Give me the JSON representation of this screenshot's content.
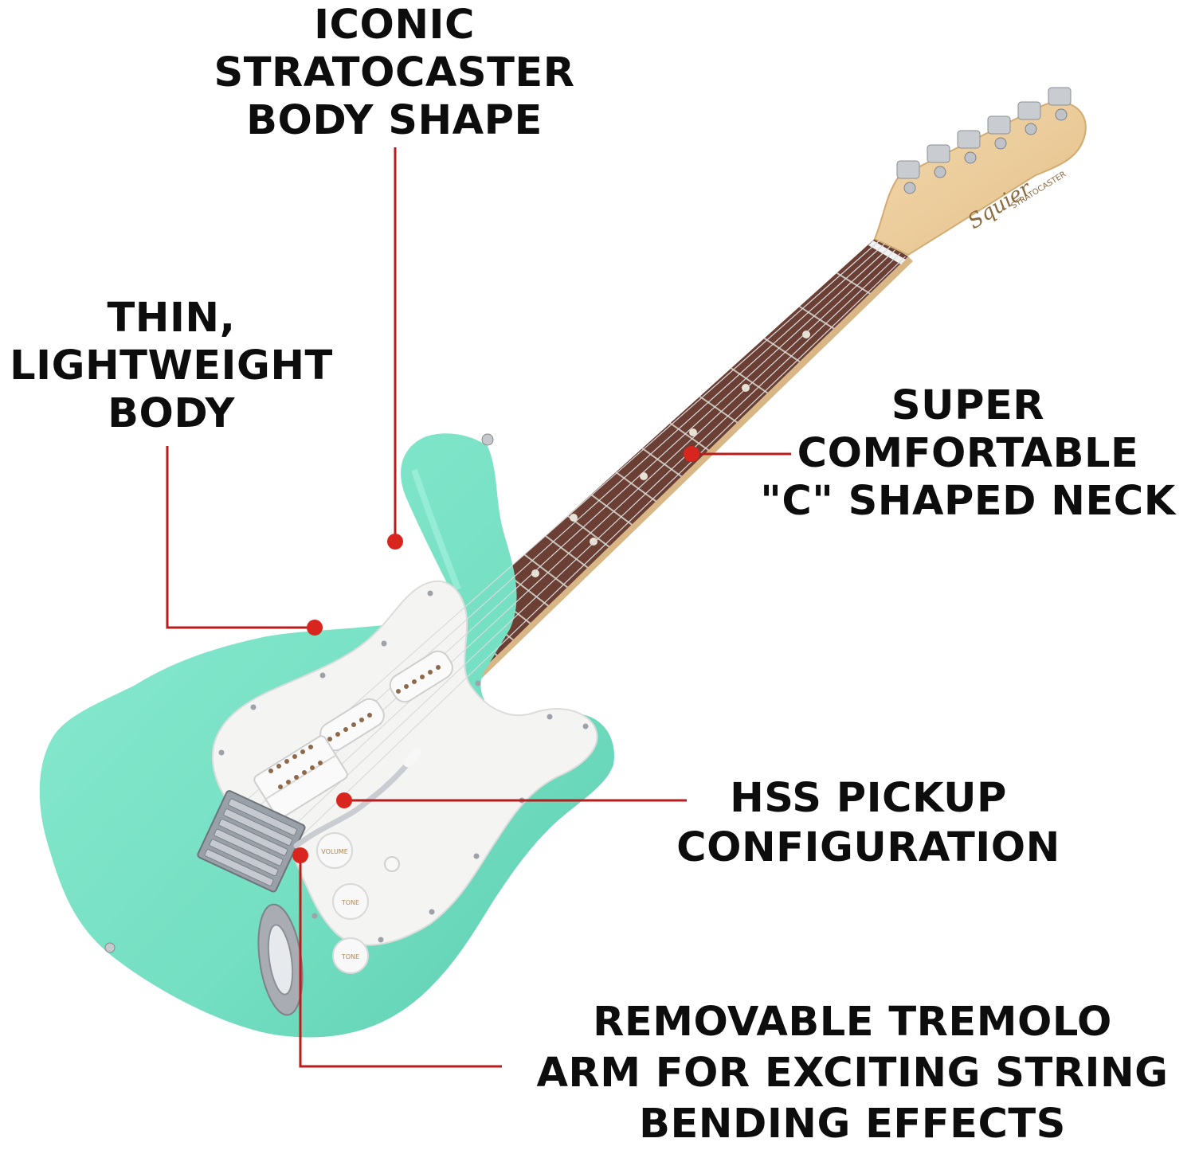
{
  "colors": {
    "body": "#7fe6cb",
    "body_shade": "#5fd0b3",
    "pickguard": "#f4f4f2",
    "fretboard": "#6b3f34",
    "headstock": "#efcf9f",
    "hardware": "#b9bcc2",
    "callout_line": "#b81d1d",
    "callout_dot": "#d8261f",
    "text": "#0d0d0d"
  },
  "headstock": {
    "brand": "Squier",
    "model": "STRATOCASTER"
  },
  "controls": {
    "volume_label": "VOLUME",
    "tone_label": "TONE",
    "tone2_label": "TONE"
  },
  "callouts": {
    "body_shape": {
      "lines": [
        "ICONIC",
        "STRATOCASTER",
        "BODY SHAPE"
      ]
    },
    "thin_body": {
      "lines": [
        "THIN,",
        "LIGHTWEIGHT",
        "BODY"
      ]
    },
    "neck": {
      "lines": [
        "SUPER",
        "COMFORTABLE",
        "\"C\" SHAPED NECK"
      ]
    },
    "pickups": {
      "lines": [
        "HSS PICKUP",
        "CONFIGURATION"
      ]
    },
    "tremolo": {
      "lines": [
        "REMOVABLE TREMOLO",
        "ARM FOR EXCITING STRING",
        "BENDING EFFECTS"
      ]
    }
  }
}
